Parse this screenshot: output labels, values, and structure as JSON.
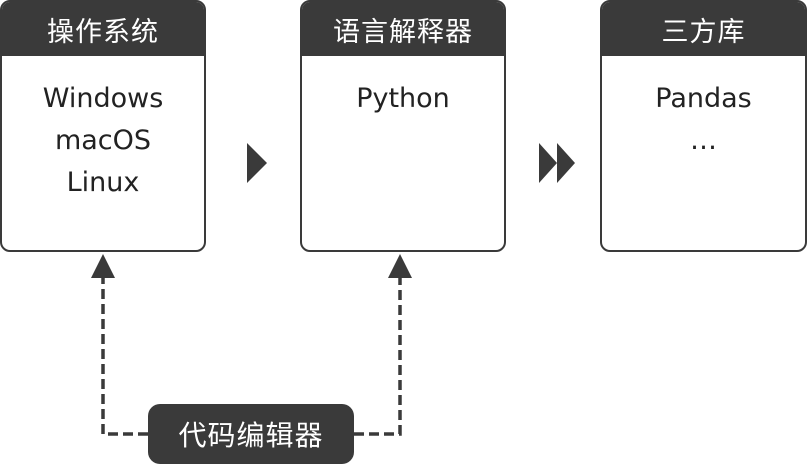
{
  "boxes": {
    "os": {
      "title": "操作系统",
      "items": [
        "Windows",
        "macOS",
        "Linux"
      ]
    },
    "interpreter": {
      "title": "语言解释器",
      "items": [
        "Python"
      ]
    },
    "library": {
      "title": "三方库",
      "items": [
        "Pandas",
        "…"
      ]
    }
  },
  "editor": {
    "label": "代码编辑器"
  },
  "colors": {
    "box_fill": "#3a3a3a",
    "text_dark": "#222222",
    "background": "#ffffff"
  }
}
